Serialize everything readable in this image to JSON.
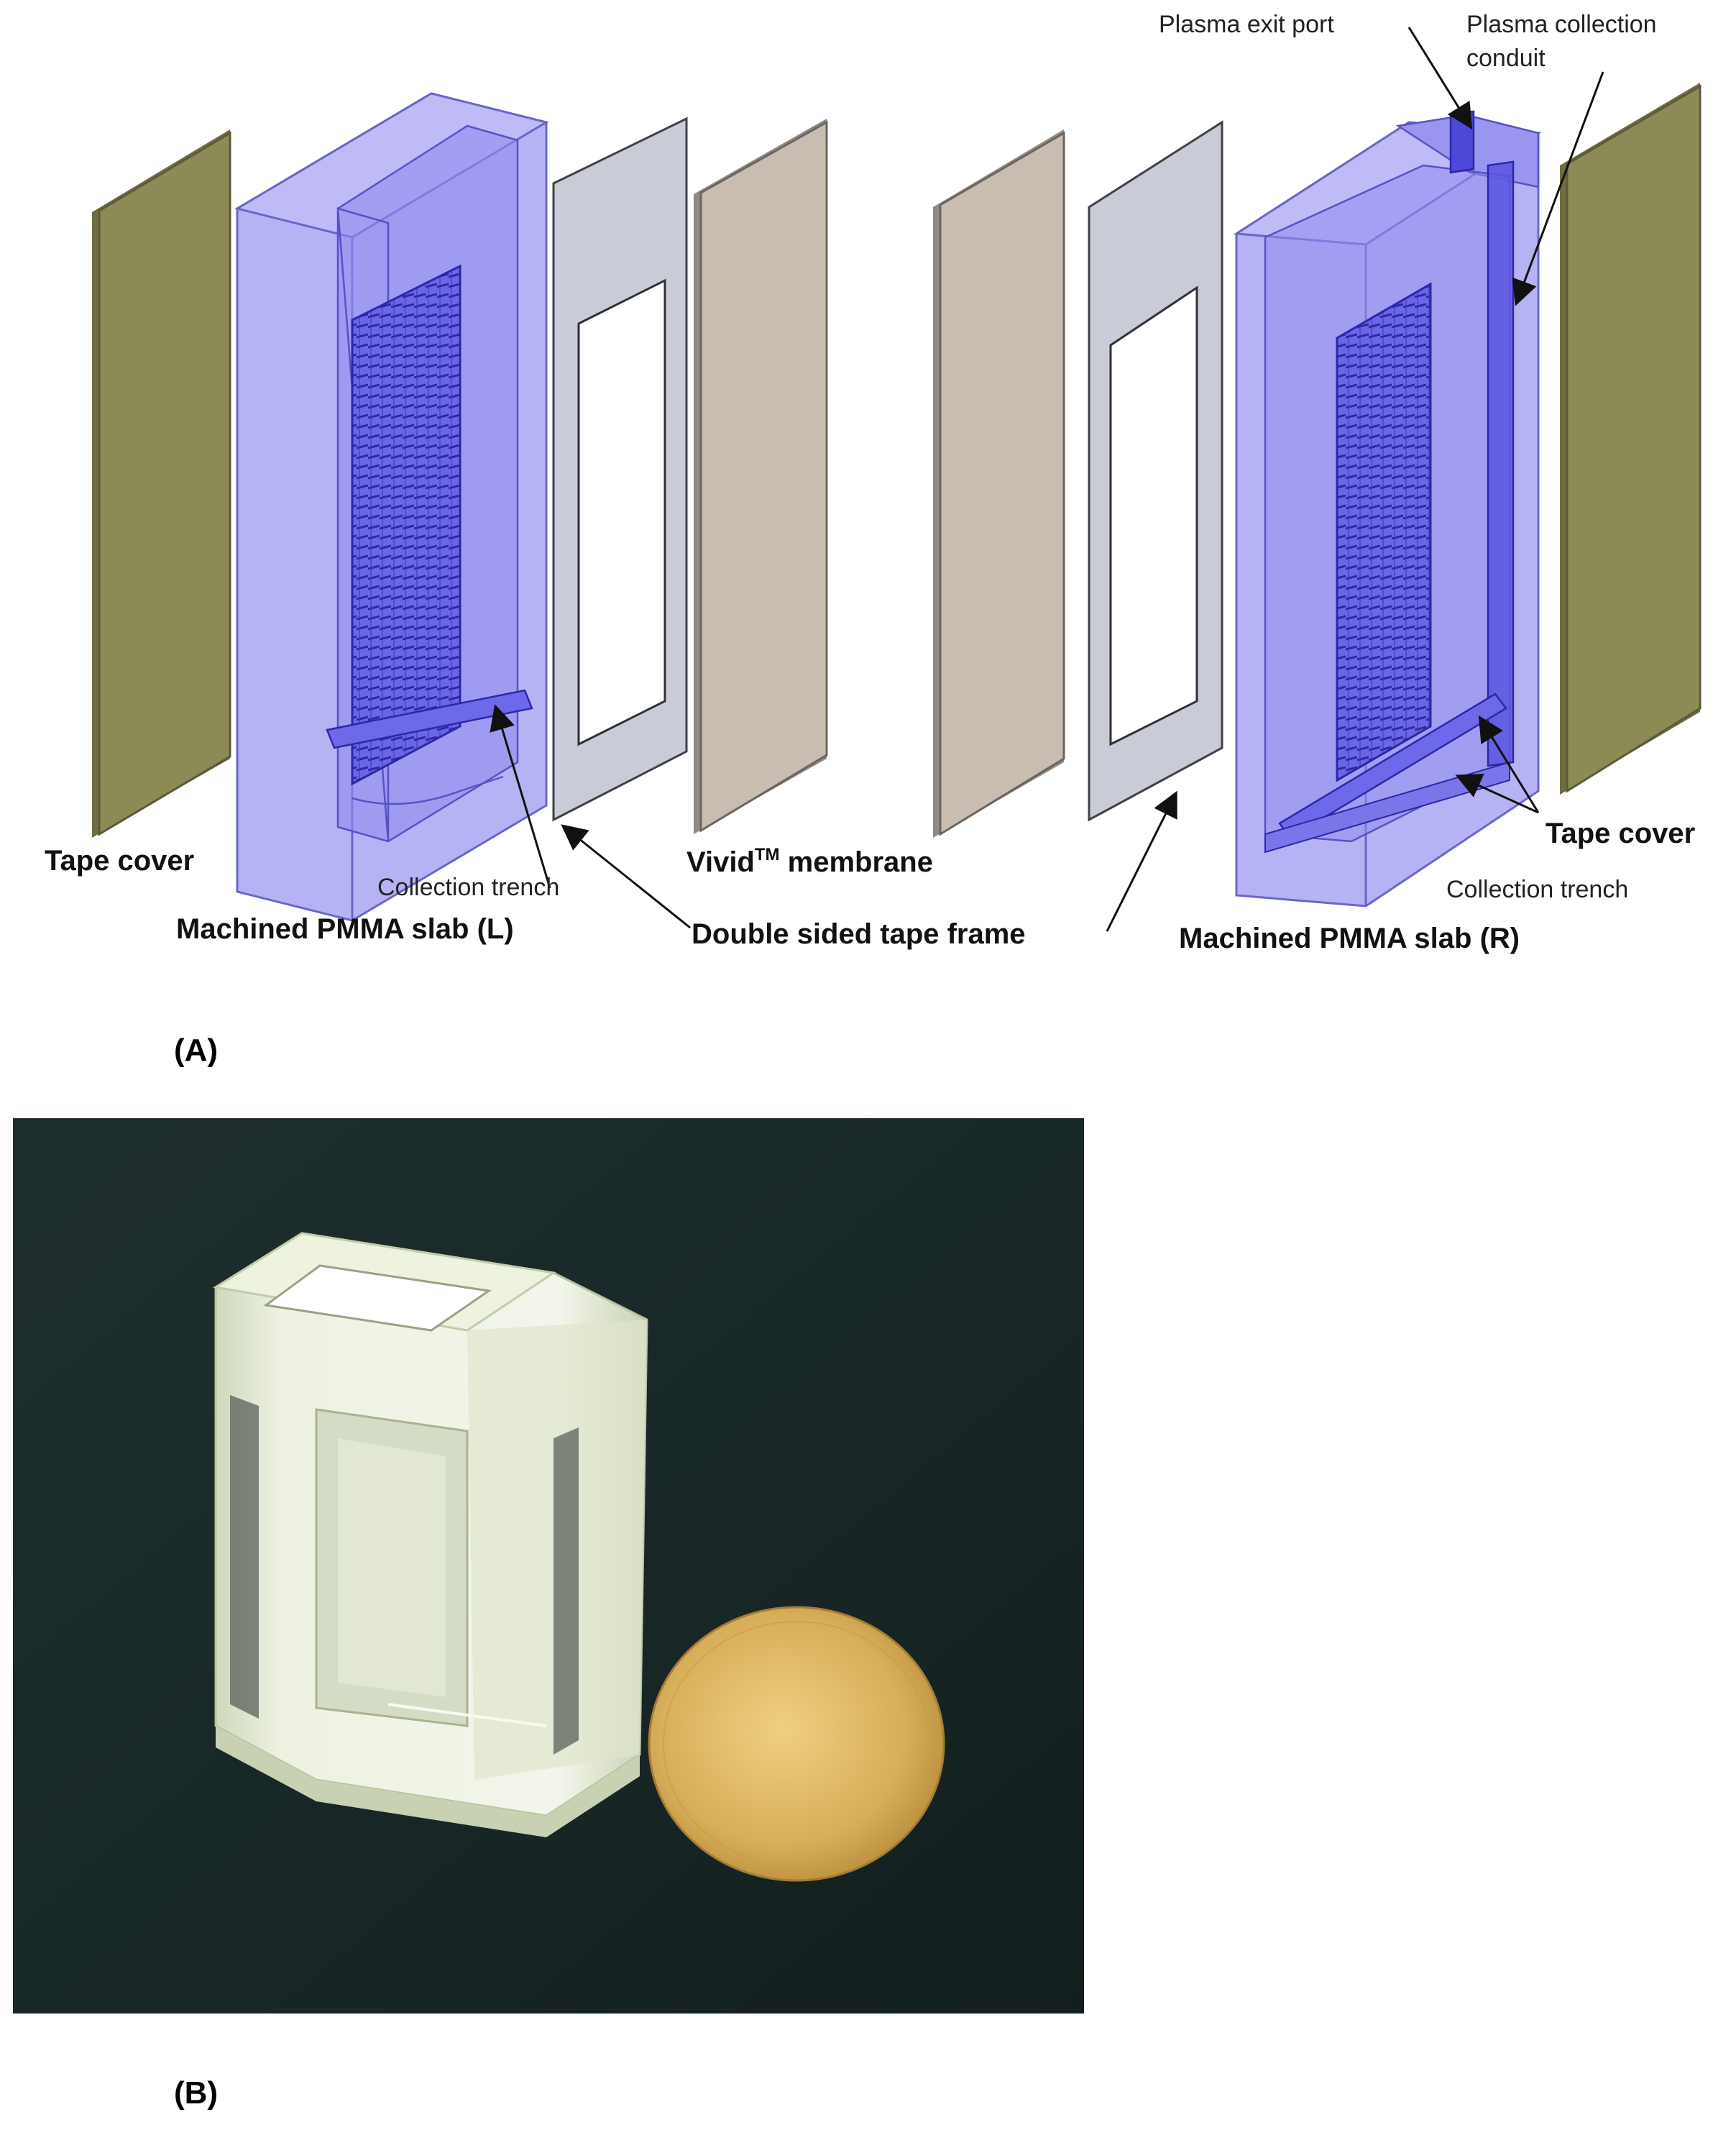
{
  "panel_a": {
    "label": "(A)",
    "labels": {
      "tape_cover_left": "Tape cover",
      "collection_trench_left": "Collection trench",
      "pmma_slab_left": "Machined PMMA slab (L)",
      "vivid_membrane_prefix": "Vivid",
      "vivid_membrane_tm": "TM",
      "vivid_membrane_suffix": " membrane",
      "double_sided_tape_frame": "Double sided tape frame",
      "pmma_slab_right": "Machined PMMA slab (R)",
      "tape_cover_right": "Tape cover",
      "collection_trench_right": "Collection trench",
      "plasma_exit_port": "Plasma exit port",
      "plasma_collection_conduit_line1": "Plasma collection",
      "plasma_collection_conduit_line2": "conduit"
    },
    "colors": {
      "tape_cover": "#8c8a55",
      "pmma": "#a9a6f2",
      "pmma_dark": "#5a55e0",
      "tape_frame": "#c9cbd6",
      "membrane": "#c8bdb0"
    }
  },
  "panel_b": {
    "label": "(B)",
    "colors": {
      "background": "#1a2b2b",
      "device": "#e6ecd6",
      "coin": "#d9b25a"
    }
  }
}
